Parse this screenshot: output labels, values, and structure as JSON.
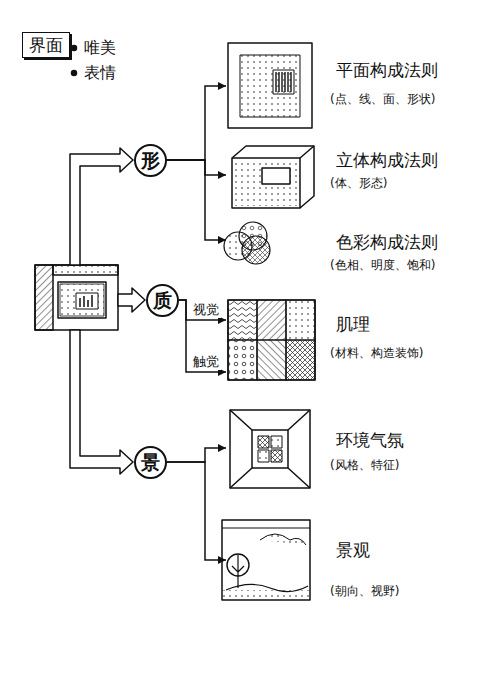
{
  "diagram": {
    "nodes": [
      {
        "text": [
          "界面"
        ]
      },
      {
        "text": [
          "形"
        ]
      },
      {
        "text": [
          "质"
        ]
      },
      {
        "text": [
          "景"
        ]
      },
      {
        "text": [
          "平面构成法则",
          "(点、线、面、形状)"
        ]
      },
      {
        "text": [
          "立体构成法则",
          "(体、形态)"
        ]
      },
      {
        "text": [
          "色彩构成法则",
          "(色相、明度、饱和)"
        ]
      },
      {
        "text": [
          "肌理",
          "(材料、构造装饰)"
        ]
      },
      {
        "text": [
          "环境气氛",
          "(风格、特征)"
        ]
      },
      {
        "text": [
          "景观",
          "(朝向、视野)"
        ]
      }
    ],
    "edges": [
      {
        "from": 1,
        "to": 4,
        "arrow": "to"
      },
      {
        "from": 1,
        "to": 5,
        "arrow": "to"
      },
      {
        "from": 1,
        "to": 6,
        "arrow": "to"
      },
      {
        "from": 2,
        "to": 7,
        "label": "视觉",
        "arrow": "to"
      },
      {
        "from": 2,
        "to": 7,
        "label": "触觉",
        "arrow": "to"
      },
      {
        "from": 3,
        "to": 8,
        "arrow": "to"
      },
      {
        "from": 3,
        "to": 9,
        "arrow": "to"
      }
    ],
    "labels": [
      "唯美",
      "表情"
    ]
  }
}
